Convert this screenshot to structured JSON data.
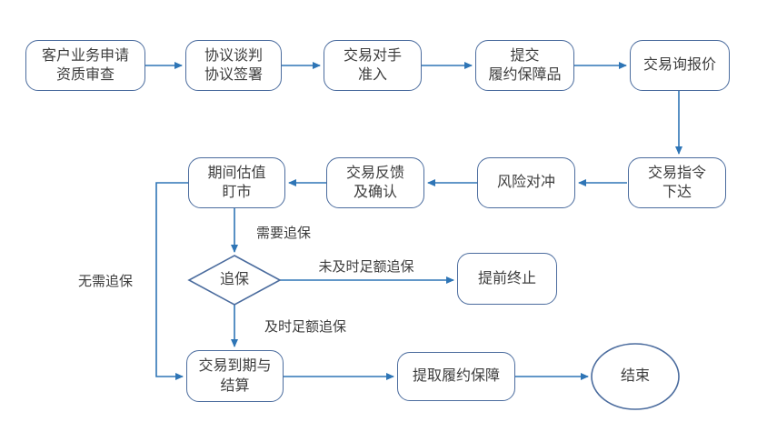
{
  "flowchart": {
    "colors": {
      "background": "#ffffff",
      "box_border": "#4b6c9e",
      "arrow": "#2e75b6",
      "text": "#3d3d3d"
    },
    "nodes": {
      "apply": {
        "shape": "rounded-rect",
        "label": "客户业务申请\n资质审查"
      },
      "agreement": {
        "shape": "rounded-rect",
        "label": "协议谈判\n协议签署"
      },
      "counterparty": {
        "shape": "rounded-rect",
        "label": "交易对手\n准入"
      },
      "collateral": {
        "shape": "rounded-rect",
        "label": "提交\n履约保障品"
      },
      "quote": {
        "shape": "rounded-rect",
        "label": "交易询报价"
      },
      "order": {
        "shape": "rounded-rect",
        "label": "交易指令\n下达"
      },
      "hedge": {
        "shape": "rounded-rect",
        "label": "风险对冲"
      },
      "feedback": {
        "shape": "rounded-rect",
        "label": "交易反馈\n及确认"
      },
      "valuation": {
        "shape": "rounded-rect",
        "label": "期间估值\n盯市"
      },
      "margin_decision": {
        "shape": "diamond",
        "label": "追保"
      },
      "terminate": {
        "shape": "rounded-rect",
        "label": "提前终止"
      },
      "settle": {
        "shape": "rounded-rect",
        "label": "交易到期与\n结算"
      },
      "withdraw": {
        "shape": "rounded-rect",
        "label": "提取履约保障"
      },
      "end": {
        "shape": "ellipse",
        "label": "结束"
      }
    },
    "edge_labels": {
      "need_margin": "需要追保",
      "no_margin": "无需追保",
      "late_margin": "未及时足额追保",
      "timely_margin": "及时足额追保"
    },
    "edges": [
      {
        "from": "apply",
        "to": "agreement",
        "label": ""
      },
      {
        "from": "agreement",
        "to": "counterparty",
        "label": ""
      },
      {
        "from": "counterparty",
        "to": "collateral",
        "label": ""
      },
      {
        "from": "collateral",
        "to": "quote",
        "label": ""
      },
      {
        "from": "quote",
        "to": "order",
        "label": ""
      },
      {
        "from": "order",
        "to": "hedge",
        "label": ""
      },
      {
        "from": "hedge",
        "to": "feedback",
        "label": ""
      },
      {
        "from": "feedback",
        "to": "valuation",
        "label": ""
      },
      {
        "from": "valuation",
        "to": "margin_decision",
        "label": "需要追保"
      },
      {
        "from": "valuation",
        "to": "settle",
        "label": "无需追保"
      },
      {
        "from": "margin_decision",
        "to": "terminate",
        "label": "未及时足额追保"
      },
      {
        "from": "margin_decision",
        "to": "settle",
        "label": "及时足额追保"
      },
      {
        "from": "settle",
        "to": "withdraw",
        "label": ""
      },
      {
        "from": "withdraw",
        "to": "end",
        "label": ""
      }
    ]
  }
}
